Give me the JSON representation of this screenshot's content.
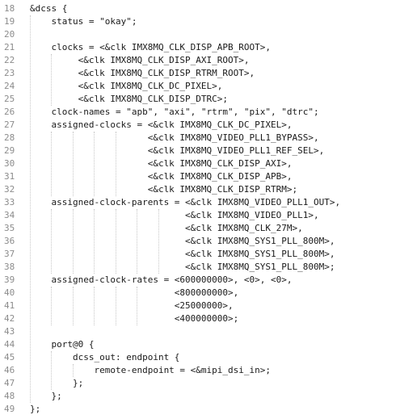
{
  "editor": {
    "lines": [
      {
        "num": "18",
        "text": "&dcss {"
      },
      {
        "num": "19",
        "text": "    status = \"okay\";"
      },
      {
        "num": "20",
        "text": ""
      },
      {
        "num": "21",
        "text": "    clocks = <&clk IMX8MQ_CLK_DISP_APB_ROOT>,"
      },
      {
        "num": "22",
        "text": "         <&clk IMX8MQ_CLK_DISP_AXI_ROOT>,"
      },
      {
        "num": "23",
        "text": "         <&clk IMX8MQ_CLK_DISP_RTRM_ROOT>,"
      },
      {
        "num": "24",
        "text": "         <&clk IMX8MQ_CLK_DC_PIXEL>,"
      },
      {
        "num": "25",
        "text": "         <&clk IMX8MQ_CLK_DISP_DTRC>;"
      },
      {
        "num": "26",
        "text": "    clock-names = \"apb\", \"axi\", \"rtrm\", \"pix\", \"dtrc\";"
      },
      {
        "num": "27",
        "text": "    assigned-clocks = <&clk IMX8MQ_CLK_DC_PIXEL>,"
      },
      {
        "num": "28",
        "text": "                      <&clk IMX8MQ_VIDEO_PLL1_BYPASS>,"
      },
      {
        "num": "29",
        "text": "                      <&clk IMX8MQ_VIDEO_PLL1_REF_SEL>,"
      },
      {
        "num": "30",
        "text": "                      <&clk IMX8MQ_CLK_DISP_AXI>,"
      },
      {
        "num": "31",
        "text": "                      <&clk IMX8MQ_CLK_DISP_APB>,"
      },
      {
        "num": "32",
        "text": "                      <&clk IMX8MQ_CLK_DISP_RTRM>;"
      },
      {
        "num": "33",
        "text": "    assigned-clock-parents = <&clk IMX8MQ_VIDEO_PLL1_OUT>,"
      },
      {
        "num": "34",
        "text": "                             <&clk IMX8MQ_VIDEO_PLL1>,"
      },
      {
        "num": "35",
        "text": "                             <&clk IMX8MQ_CLK_27M>,"
      },
      {
        "num": "36",
        "text": "                             <&clk IMX8MQ_SYS1_PLL_800M>,"
      },
      {
        "num": "37",
        "text": "                             <&clk IMX8MQ_SYS1_PLL_800M>,"
      },
      {
        "num": "38",
        "text": "                             <&clk IMX8MQ_SYS1_PLL_800M>;"
      },
      {
        "num": "39",
        "text": "    assigned-clock-rates = <600000000>, <0>, <0>,"
      },
      {
        "num": "40",
        "text": "                           <800000000>,"
      },
      {
        "num": "41",
        "text": "                           <25000000>,"
      },
      {
        "num": "42",
        "text": "                           <400000000>;"
      },
      {
        "num": "43",
        "text": ""
      },
      {
        "num": "44",
        "text": "    port@0 {"
      },
      {
        "num": "45",
        "text": "        dcss_out: endpoint {"
      },
      {
        "num": "46",
        "text": "            remote-endpoint = <&mipi_dsi_in>;"
      },
      {
        "num": "47",
        "text": "        };"
      },
      {
        "num": "48",
        "text": "    };"
      },
      {
        "num": "49",
        "text": "};"
      }
    ]
  }
}
